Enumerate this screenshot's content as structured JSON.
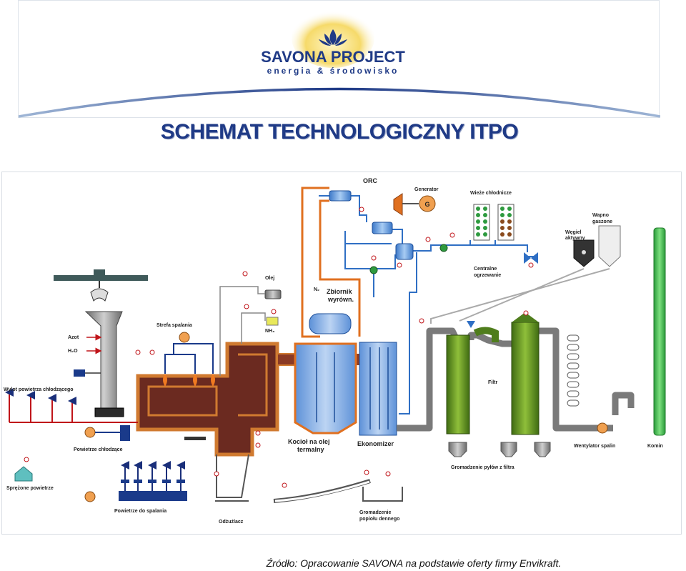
{
  "header": {
    "logo": {
      "brand": "SAVONA PROJECT",
      "tagline": "energia & środowisko"
    }
  },
  "title": "SCHEMAT TECHNOLOGICZNY ITPO",
  "diagram": {
    "labels": {
      "orc": "ORC",
      "generator": "Generator",
      "generator_symbol": "G",
      "cooling_towers": "Wieże chłodnicze",
      "lime_1": "Wapno",
      "lime_2": "gaszone",
      "carbon_1": "Węgiel",
      "carbon_2": "aktywny",
      "central_heating_1": "Centralne",
      "central_heating_2": "ogrzewanie",
      "oil": "Olej",
      "nh3": "NH₃",
      "n2": "N₂",
      "tank_1": "Zbiornik",
      "tank_2": "wyrówn.",
      "nitrogen": "Azot",
      "water": "H₂O",
      "combustion_zone": "Strefa spalania",
      "cooling_air_outlet": "Wylot powietrza chłodzącego",
      "cooling_air": "Powietrze chłodzące",
      "compressed_air": "Sprężone powietrze",
      "combustion_air": "Powietrze do spalania",
      "deslagger": "Odżużlacz",
      "bottom_ash_1": "Gromadzenie",
      "bottom_ash_2": "popiołu dennego",
      "boiler_1": "Kocioł na olej",
      "boiler_2": "termalny",
      "economizer": "Ekonomizer",
      "filter": "Filtr",
      "dust_collection": "Gromadzenie pyłów z filtra",
      "flue_fan": "Wentylator spalin",
      "stack": "Komin"
    }
  },
  "source": "Źródło: Opracowanie SAVONA na podstawie oferty firmy Envikraft.",
  "colors": {
    "title": "#1f3a86",
    "brand": "#1f3a86",
    "sun": "#f4d25a",
    "furnace": "#6b2a20",
    "furnace_outline": "#d07a30",
    "oil_loop": "#e07020",
    "water_line": "#2f6fc4",
    "filter_green": "#4f7d1c",
    "stack_green": "#3fb24a",
    "duct_gray": "#7a7a7a"
  },
  "icons": [
    "crane-grab-icon",
    "burner-flame-icon",
    "fan-icon",
    "valve-icon",
    "pump-icon",
    "generator-icon",
    "silo-icon",
    "cyclone-hopper-icon"
  ]
}
